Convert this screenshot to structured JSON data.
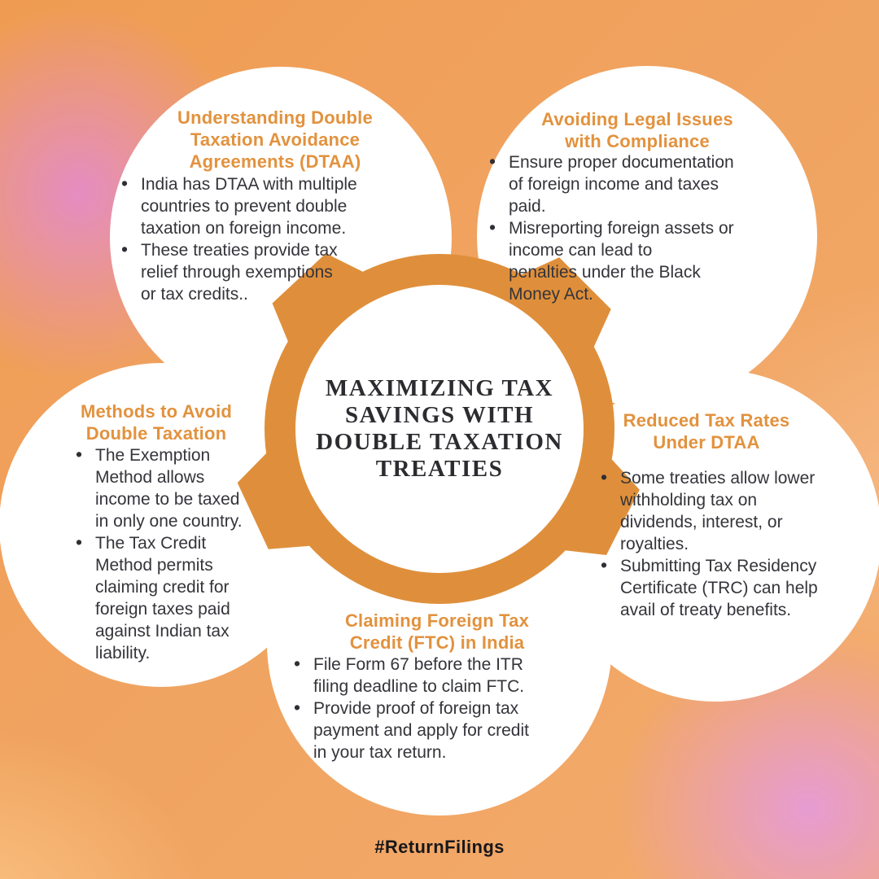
{
  "title": "MAXIMIZING TAX\nSAVINGS WITH\nDOUBLE TAXATION\nTREATIES",
  "hashtag": "#ReturnFilings",
  "colors": {
    "accent_orange": "#E2923E",
    "ring_orange": "#DF8F3B",
    "petal_white": "#FFFFFF",
    "body_text": "#34343A",
    "title_text": "#2C2C30",
    "hashtag_text": "#17171B",
    "bg_orange": "#F0A360",
    "bg_pink": "#E48CC8",
    "bg_lavender": "#E69BD8"
  },
  "petals": {
    "top_left": {
      "heading": "Understanding Double\nTaxation Avoidance\nAgreements (DTAA)",
      "bullets": [
        "India has DTAA with multiple\ncountries to prevent double\ntaxation on foreign income.",
        "These treaties provide tax\nrelief through exemptions\nor tax credits.."
      ]
    },
    "top_right": {
      "heading": "Avoiding Legal Issues\nwith Compliance",
      "bullets": [
        "Ensure proper documentation\nof foreign income and taxes\npaid.",
        "Misreporting foreign assets or\nincome can lead to\npenalties under the Black\nMoney Act."
      ]
    },
    "left": {
      "heading": "Methods to Avoid\nDouble Taxation",
      "bullets": [
        "The Exemption\nMethod allows\nincome to be taxed\nin only one country.",
        "The Tax Credit\nMethod permits\nclaiming credit for\nforeign taxes paid\nagainst Indian tax\nliability."
      ]
    },
    "right": {
      "heading": "Reduced Tax Rates\nUnder DTAA",
      "bullets": [
        "Some treaties allow lower\nwithholding tax on\ndividends, interest, or\nroyalties.",
        "Submitting Tax Residency\nCertificate (TRC) can help\navail of treaty benefits."
      ]
    },
    "bottom": {
      "heading": "Claiming Foreign Tax\nCredit (FTC) in India",
      "bullets": [
        "File Form 67 before the ITR\nfiling deadline to claim FTC.",
        "Provide proof of foreign tax\npayment and apply for credit\nin your tax return."
      ]
    }
  }
}
